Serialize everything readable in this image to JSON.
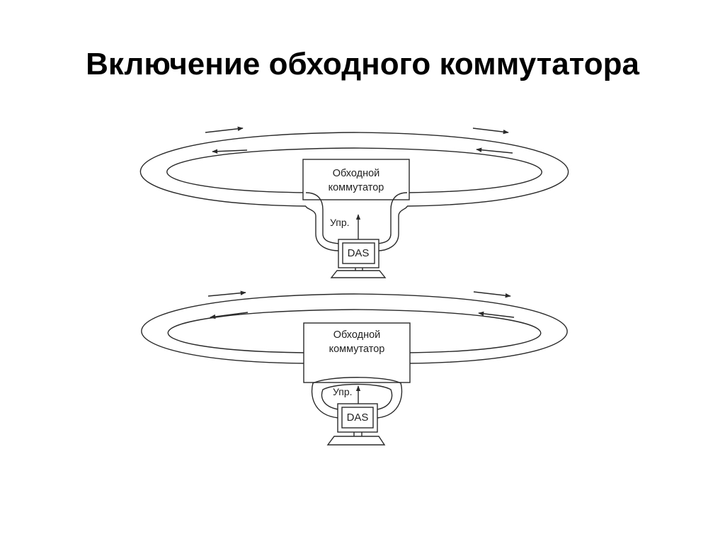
{
  "title": "Включение обходного коммутатора",
  "diagrams": [
    {
      "switch_label_line1": "Обходной",
      "switch_label_line2": "коммутатор",
      "control_label": "Упр.",
      "station_label": "DAS"
    },
    {
      "switch_label_line1": "Обходной",
      "switch_label_line2": "коммутатор",
      "control_label": "Упр.",
      "station_label": "DAS"
    }
  ]
}
